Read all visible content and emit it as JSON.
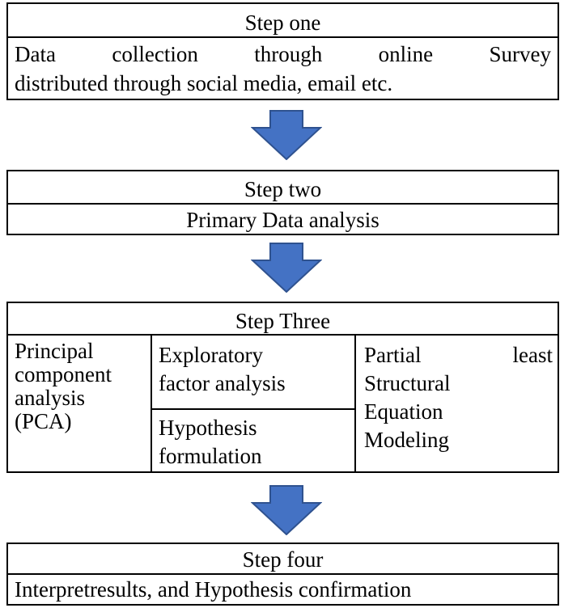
{
  "step1": {
    "title": "Step one",
    "line1_words": [
      "Data",
      "collection",
      "through",
      "online",
      "Survey"
    ],
    "line2": "distributed through social media, email etc."
  },
  "step2": {
    "title": "Step two",
    "body": "Primary Data analysis"
  },
  "step3": {
    "title": "Step Three",
    "col1_lines": [
      "Principal",
      "component",
      "analysis",
      "(PCA)"
    ],
    "col2_top_lines": [
      "Exploratory",
      "factor analysis"
    ],
    "col2_bottom_lines": [
      "Hypothesis",
      "formulation"
    ],
    "col3_line1_words": [
      "Partial",
      "least"
    ],
    "col3_lines": [
      "Structural",
      "Equation",
      "Modeling"
    ]
  },
  "step4": {
    "title": "Step four",
    "body": "Interpretresults, and Hypothesis confirmation"
  },
  "colors": {
    "arrow_fill": "#4472C4",
    "arrow_stroke": "#2F528F",
    "border": "#000000"
  }
}
